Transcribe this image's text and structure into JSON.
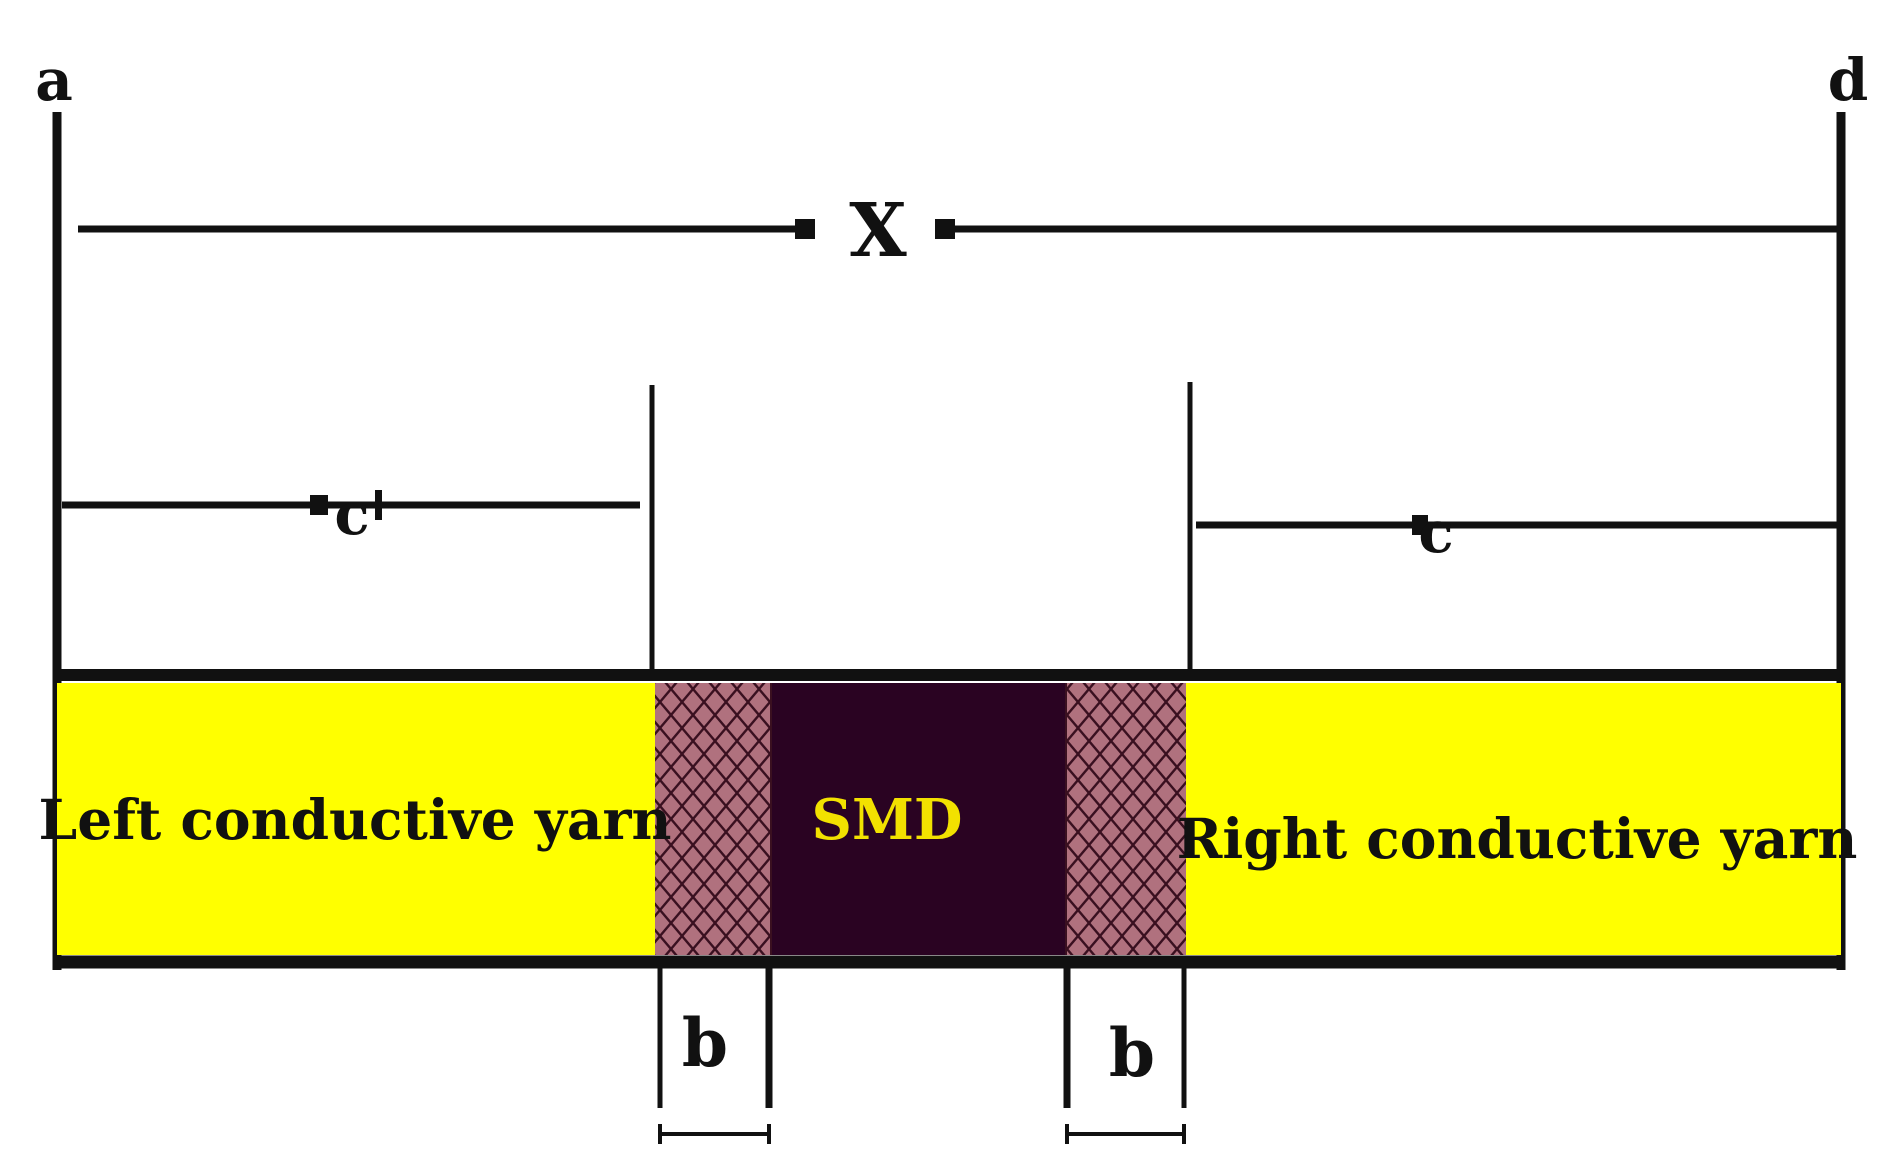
{
  "diagram": {
    "labels": {
      "point_a": "a",
      "point_d": "d",
      "total_length": "X",
      "left_segment": "c",
      "right_segment": "c",
      "left_overlap": "b",
      "right_overlap": "b"
    },
    "regions": {
      "left_yarn": "Left conductive yarn",
      "smd": "SMD",
      "right_yarn": "Right conductive yarn"
    },
    "colors": {
      "yarn_fill": "#ffff00",
      "smd_fill": "#2a0322",
      "smd_text": "#f2e100",
      "mesh_fill": "#b0717e",
      "mesh_line": "#3a1020",
      "line": "#111111"
    }
  }
}
